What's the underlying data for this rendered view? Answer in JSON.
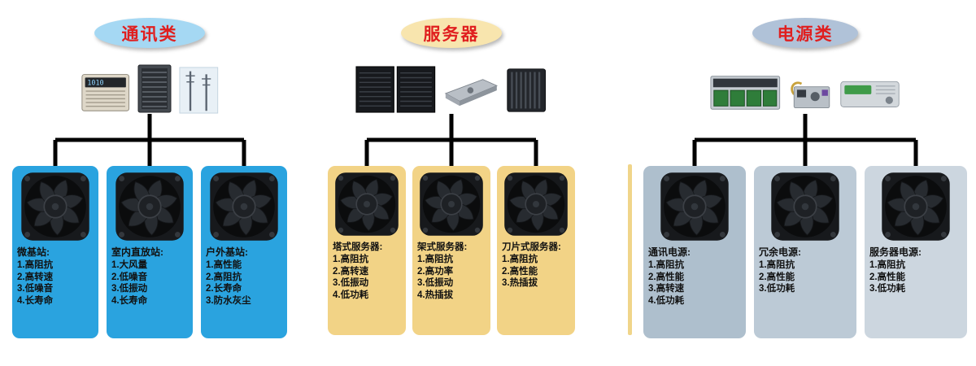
{
  "colors": {
    "badge_text": "#e01f1f",
    "telecom_badge_bg": "#a5d8f3",
    "telecom_card_bg": "#2aa3df",
    "server_badge_bg": "#f8e5ae",
    "server_card_bg": "#f2d386",
    "power_badge_bg": "#b0c2d8",
    "power_card_bgs": [
      "#aebfcd",
      "#bccad6",
      "#ccd6df"
    ],
    "connector": "#000000",
    "divider": "#f0d58a"
  },
  "sections": [
    {
      "name": "telecom",
      "badge": "通讯类",
      "display_text": "1010",
      "equipment_icons": [
        "rack-switch",
        "server-cabinet",
        "antenna-towers"
      ],
      "cards": [
        {
          "title": "微基站:",
          "features": [
            "1.高阻抗",
            "2.高转速",
            "3.低噪音",
            "4.长寿命"
          ]
        },
        {
          "title": "室内直放站:",
          "features": [
            "1.大风量",
            "2.低噪音",
            "3.低振动",
            "4.长寿命"
          ]
        },
        {
          "title": "户外基站:",
          "features": [
            "1.高性能",
            "2.高阻抗",
            "2.长寿命",
            "3.防水灰尘"
          ]
        }
      ]
    },
    {
      "name": "server",
      "badge": "服务器",
      "equipment_icons": [
        "server-rack-cabinets",
        "rack-server",
        "blade-server"
      ],
      "cards": [
        {
          "title": "塔式服务器:",
          "features": [
            "1.高阻抗",
            "2.高转速",
            "3.低振动",
            "4.低功耗"
          ]
        },
        {
          "title": "架式服务器:",
          "features": [
            "1.高阻抗",
            "2.高功率",
            "3.低振动",
            "4.热插拔"
          ]
        },
        {
          "title": "刀片式服务器:",
          "features": [
            "1.高阻抗",
            "2.高性能",
            "3.热插拔"
          ]
        }
      ]
    },
    {
      "name": "power",
      "badge": "电源类",
      "equipment_icons": [
        "rack-power-system",
        "open-frame-psu",
        "enclosed-psu"
      ],
      "cards": [
        {
          "title": "通讯电源:",
          "features": [
            "1.高阻抗",
            "2.高性能",
            "3.高转速",
            "4.低功耗"
          ]
        },
        {
          "title": "冗余电源:",
          "features": [
            "1.高阻抗",
            "2.高性能",
            "3.低功耗"
          ]
        },
        {
          "title": "服务器电源:",
          "features": [
            "1.高阻抗",
            "2.高性能",
            "3.低功耗"
          ]
        }
      ]
    }
  ]
}
